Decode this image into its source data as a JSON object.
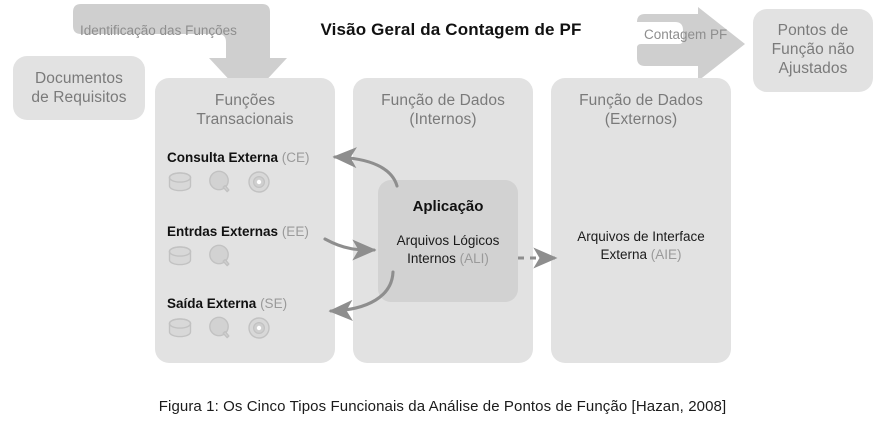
{
  "figure": {
    "title": "Visão Geral da Contagem de PF",
    "caption": "Figura 1: Os Cinco Tipos Funcionais da Análise de Pontos de Função [Hazan, 2008]"
  },
  "colors": {
    "panel_fill": "#e2e2e2",
    "app_fill": "#d2d2d2",
    "arrow_fill": "#cfcfcf",
    "connector_stroke": "#8e8e8e",
    "icon_fill": "#d2d2d2",
    "icon_stroke": "#bdbdbd",
    "label_text": "#111111",
    "muted_text": "#8e8e8e"
  },
  "input_box": {
    "line1": "Documentos",
    "line2": "de Requisitos"
  },
  "output_box": {
    "line1": "Pontos de",
    "line2": "Função não",
    "line3": "Ajustados"
  },
  "flow_arrows": [
    {
      "name": "identificacao",
      "label": "Identificação das Funções",
      "direction": "down"
    },
    {
      "name": "contagem",
      "label": "Contagem PF",
      "direction": "right"
    }
  ],
  "columns": [
    {
      "id": "transacionais",
      "title_line1": "Funções",
      "title_line2": "Transacionais"
    },
    {
      "id": "dados-internos",
      "title_line1": "Função de Dados",
      "title_line2": "(Internos)"
    },
    {
      "id": "dados-externos",
      "title_line1": "Função de Dados",
      "title_line2": "(Externos)"
    }
  ],
  "transactional_functions": [
    {
      "id": "ce",
      "name": "Consulta Externa",
      "abbr": "(CE)",
      "icons": [
        "database-cylinder-icon",
        "query-bubble-icon",
        "disc-icon"
      ]
    },
    {
      "id": "ee",
      "name": "Entrdas Externas",
      "abbr": "(EE)",
      "icons": [
        "database-cylinder-icon",
        "query-bubble-icon"
      ]
    },
    {
      "id": "se",
      "name": "Saída Externa",
      "abbr": "(SE)",
      "icons": [
        "database-cylinder-icon",
        "query-bubble-icon",
        "disc-icon"
      ]
    }
  ],
  "application": {
    "heading": "Aplicação",
    "file_line1": "Arquivos Lógicos",
    "file_line2": "Internos",
    "abbr": "(ALI)"
  },
  "external_file": {
    "line1": "Arquivos de Interface",
    "line2": "Externa",
    "abbr": "(AIE)"
  },
  "connectors": [
    {
      "name": "app-to-ce",
      "style": "solid",
      "from": "aplicacao",
      "to": "consulta-externa"
    },
    {
      "name": "ee-to-app",
      "style": "solid",
      "from": "entradas-externas",
      "to": "aplicacao"
    },
    {
      "name": "app-to-se",
      "style": "solid",
      "from": "aplicacao",
      "to": "saida-externa"
    },
    {
      "name": "ali-to-aie",
      "style": "dashed",
      "from": "ali",
      "to": "aie"
    }
  ]
}
